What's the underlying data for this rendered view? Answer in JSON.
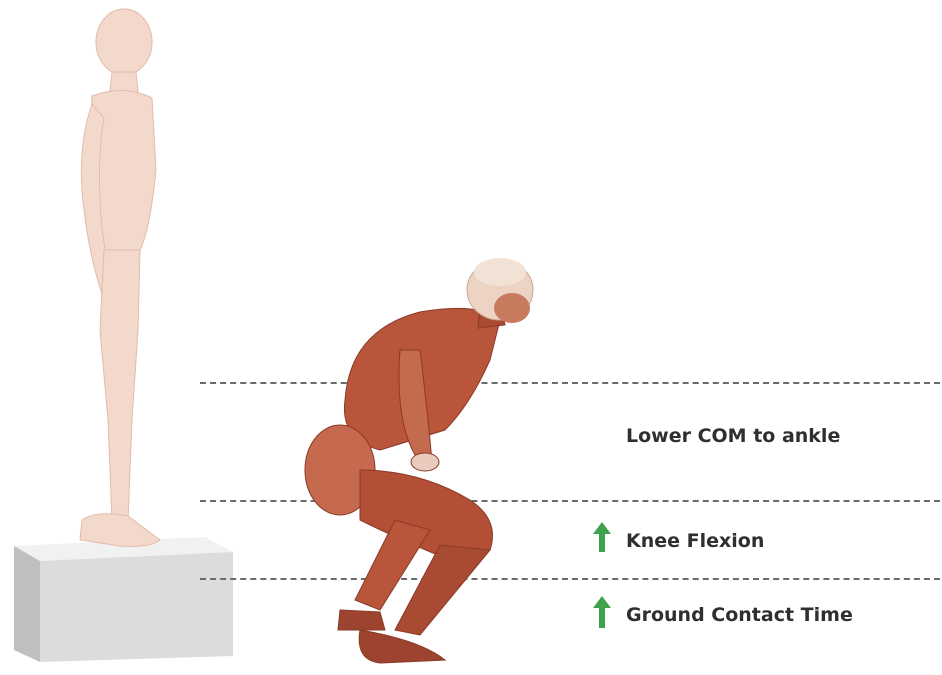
{
  "labels": {
    "com": "Lower COM to ankle",
    "knee": "Knee Flexion",
    "gct": "Ground Contact Time"
  },
  "icons": {
    "knee_arrow": "arrow-up-icon",
    "gct_arrow": "arrow-up-icon"
  },
  "colors": {
    "arrow": "#3fa34d",
    "dashed_line": "#6b6b6b",
    "box_front": "#dcdcdc",
    "skin_pale": "#f3d9cc",
    "muscle": "#b9553b"
  }
}
